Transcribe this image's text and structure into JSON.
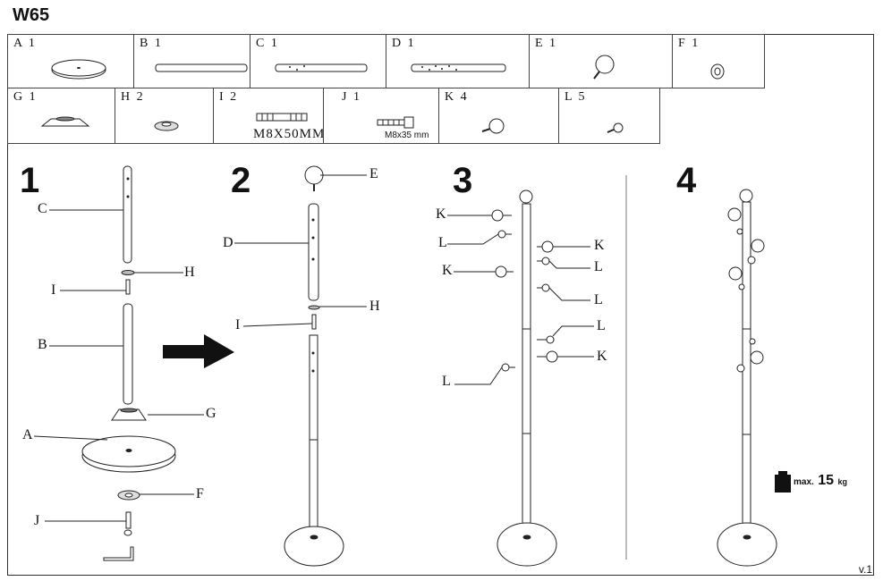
{
  "title": "W65",
  "parts_row1": [
    {
      "label": "A 1"
    },
    {
      "label": "B 1"
    },
    {
      "label": "C 1"
    },
    {
      "label": "D 1"
    },
    {
      "label": "E 1"
    },
    {
      "label": "F 1"
    }
  ],
  "parts_row2": [
    {
      "label": "G 1"
    },
    {
      "label": "H 2"
    },
    {
      "label": "I 2",
      "sub": "M8X50MM"
    },
    {
      "label": "J 1",
      "sub": "M8x35 mm"
    },
    {
      "label": "K 4"
    },
    {
      "label": "L 5"
    }
  ],
  "steps": [
    "1",
    "2",
    "3",
    "4"
  ],
  "step1_labels": {
    "C": "C",
    "H": "H",
    "I": "I",
    "B": "B",
    "G": "G",
    "A": "A",
    "F": "F",
    "J": "J"
  },
  "step2_labels": {
    "E": "E",
    "D": "D",
    "H": "H",
    "I": "I"
  },
  "step3_labels": {
    "K": "K",
    "L": "L"
  },
  "weight": {
    "prefix": "max.",
    "value": "15",
    "unit": "kg"
  },
  "version": "v.1"
}
